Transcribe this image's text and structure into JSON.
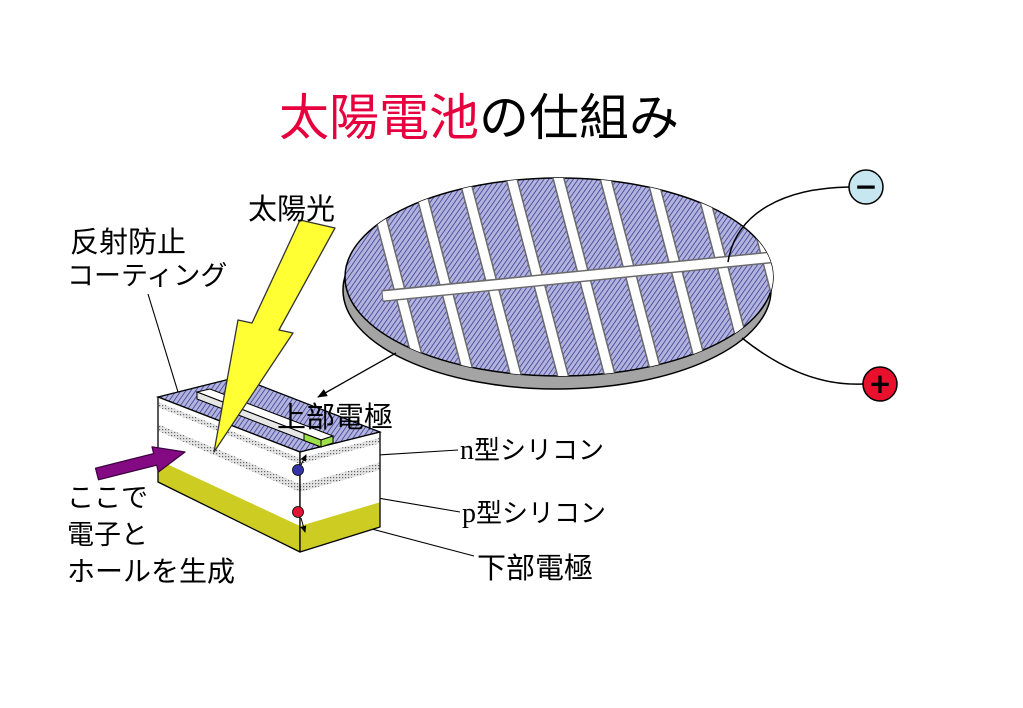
{
  "title": {
    "highlight": "太陽電池",
    "rest": "の仕組み"
  },
  "labels": {
    "sunlight": "太陽光",
    "anti_reflection_coating": [
      "反射防止",
      "コーティング"
    ],
    "top_electrode": "上部電極",
    "n_type_silicon": {
      "letter": "n",
      "rest": "型シリコン"
    },
    "p_type_silicon": {
      "letter": "p",
      "rest": "型シリコン"
    },
    "bottom_electrode": "下部電極",
    "generation_note": [
      "ここで",
      "電子と",
      "ホールを生成"
    ]
  },
  "terminals": {
    "negative": "−",
    "positive": "+"
  },
  "colors": {
    "title_highlight": "#e6003e",
    "sunlight_label": "#b4003c",
    "sunlight_arrow": "#ffff33",
    "generation_arrow": "#840a84",
    "negative_terminal": "#c6e6f0",
    "positive_terminal": "#e8102c",
    "bottom_electrode": "#cccc22",
    "electron": "#3434a8",
    "hole": "#e01434",
    "electrode_end": "#9ee04a"
  }
}
